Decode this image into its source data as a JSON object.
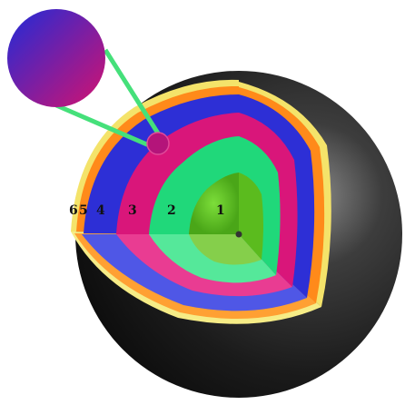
{
  "figure": {
    "type": "cutaway layered sphere diagram",
    "layer_labels": [
      {
        "id": "1",
        "text": "1"
      },
      {
        "id": "2",
        "text": "2"
      },
      {
        "id": "3",
        "text": "3"
      },
      {
        "id": "4",
        "text": "4"
      },
      {
        "id": "5",
        "text": "5"
      },
      {
        "id": "6",
        "text": "6"
      }
    ],
    "colors": {
      "sphere_shell": "#2a2a2a",
      "layer_6_outer": "#f4e36a",
      "layer_5": "#ff8a1a",
      "layer_4": "#2d2fd6",
      "layer_3": "#d9167a",
      "layer_2": "#20d87a",
      "layer_1_core": "#5bbb1e",
      "callout_line": "#45e07a",
      "inset_gradient_start": "#1f2bd8",
      "inset_gradient_end": "#d4126f"
    }
  }
}
